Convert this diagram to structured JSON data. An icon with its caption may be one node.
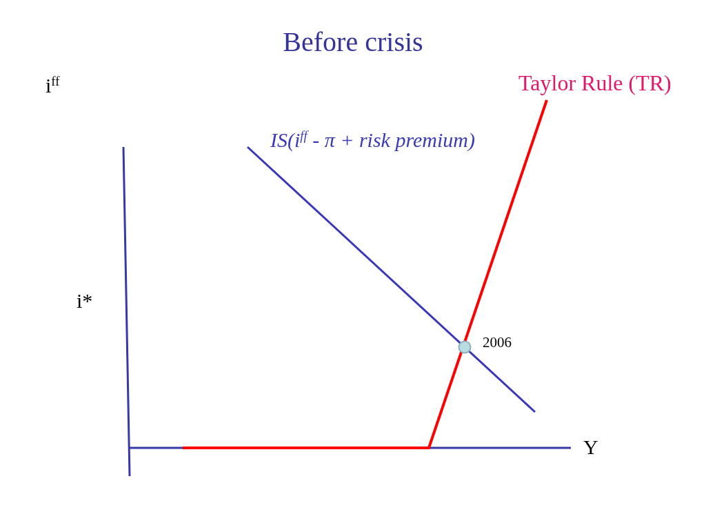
{
  "diagram": {
    "title": "Before crisis",
    "labels": [
      "i$^{ff}$",
      "Taylor Rule (TR)",
      "IS(i$^{ff}$ - π + risk premium)",
      "i*",
      "2006",
      "Y"
    ]
  }
}
